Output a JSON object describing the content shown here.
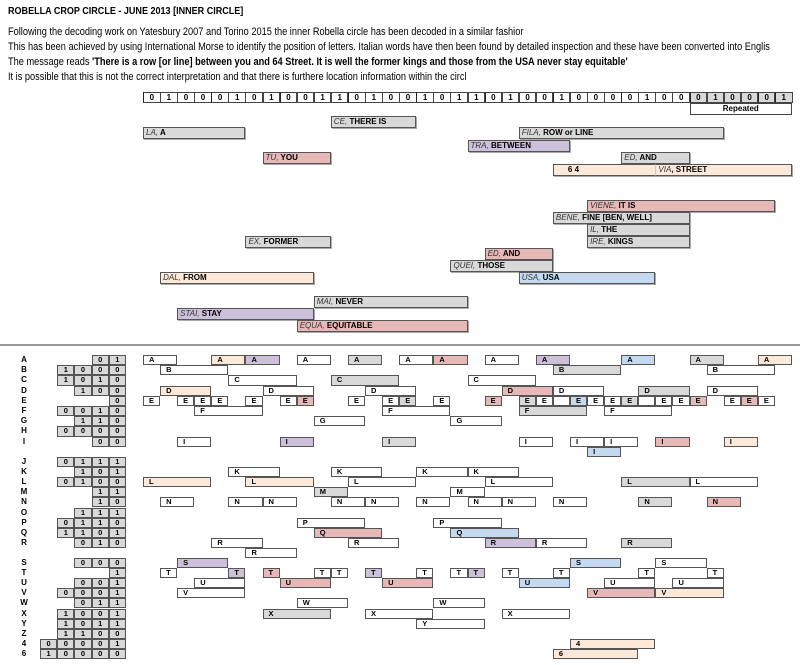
{
  "header": {
    "title": "ROBELLA CROP CIRCLE - JUNE 2013 [INNER CIRCLE]",
    "lines": [
      "Following the decoding work on Yatesbury 2007 and Torino 2015 the inner Robella circle has been decoded in a similar fashior",
      "This has been achieved by using International Morse to identify the position of letters. Italian words have then been found by detailed inspection and these have been converted into Englis",
      "It is possible that this is not the correct interpretation and that there is furthere location information within the circl"
    ],
    "message_prefix": "The message reads ",
    "message": "'There is a row [or line] between you and 64 Street.  It is well the former kings and those from the USA never stay equitable'"
  },
  "colors": {
    "white": "#ffffff",
    "gray": "#d9d9d9",
    "peach": "#fde9d9",
    "purple": "#ccc0da",
    "pink": "#e6b8b7",
    "blue": "#c5d9f1"
  },
  "binary": [
    "0",
    "1",
    "0",
    "0",
    "0",
    "1",
    "0",
    "1",
    "0",
    "0",
    "1",
    "1",
    "0",
    "1",
    "0",
    "0",
    "1",
    "0",
    "1",
    "1",
    "0",
    "1",
    "0",
    "0",
    "1",
    "0",
    "0",
    "0",
    "0",
    "1",
    "0",
    "0",
    "0",
    "1",
    "0",
    "0",
    "0",
    "1"
  ],
  "repeated": {
    "label": "Repeated",
    "from_bit": 32,
    "to_bit": 38
  },
  "words": [
    {
      "it": "CE,",
      "en": "THERE IS",
      "from": 11,
      "to": 16,
      "fill": "gray"
    },
    {
      "it": "LA,",
      "en": "A",
      "from": 0,
      "to": 6,
      "fill": "gray"
    },
    {
      "it": "FILA,",
      "en": "ROW or LINE",
      "from": 22,
      "to": 34,
      "fill": "gray"
    },
    {
      "it": "TRA,",
      "en": "BETWEEN",
      "from": 19,
      "to": 25,
      "fill": "purple"
    },
    {
      "it": "TU,",
      "en": "YOU",
      "from": 7,
      "to": 11,
      "fill": "pink"
    },
    {
      "it": "ED,",
      "en": "AND",
      "from": 28,
      "to": 32,
      "fill": "gray"
    },
    {
      "it": "",
      "en": "6 4",
      "from": 24,
      "to": 30,
      "fill": "peach"
    },
    {
      "it": "VIA",
      "en": ", STREET",
      "from": 30,
      "to": 38,
      "fill": "peach"
    },
    {
      "it": "VIENE,",
      "en": "IT IS",
      "from": 26,
      "to": 37,
      "fill": "pink"
    },
    {
      "it": "BENE,",
      "en": "FINE [BEN, WELL]",
      "from": 24,
      "to": 32,
      "fill": "gray"
    },
    {
      "it": "IL,",
      "en": "THE",
      "from": 26,
      "to": 32,
      "fill": "gray"
    },
    {
      "it": "IRE,",
      "en": "KINGS",
      "from": 26,
      "to": 32,
      "fill": "gray"
    },
    {
      "it": "EX,",
      "en": "FORMER",
      "from": 6,
      "to": 11,
      "fill": "gray"
    },
    {
      "it": "ED,",
      "en": "AND",
      "from": 20,
      "to": 24,
      "fill": "pink"
    },
    {
      "it": "QUEI,",
      "en": "THOSE",
      "from": 18,
      "to": 24,
      "fill": "gray"
    },
    {
      "it": "DAL,",
      "en": "FROM",
      "from": 1,
      "to": 10,
      "fill": "peach"
    },
    {
      "it": "USA,",
      "en": "USA",
      "from": 22,
      "to": 30,
      "fill": "blue"
    },
    {
      "it": "MAI,",
      "en": "NEVER",
      "from": 10,
      "to": 19,
      "fill": "gray"
    },
    {
      "it": "STAI,",
      "en": "STAY",
      "from": 2,
      "to": 10,
      "fill": "purple"
    },
    {
      "it": "EQUA,",
      "en": "EQUITABLE",
      "from": 9,
      "to": 19,
      "fill": "pink"
    }
  ],
  "blocks": [
    [
      {
        "letter": "A",
        "code": "01",
        "m": [
          [
            0,
            "white"
          ],
          [
            4,
            "peach"
          ],
          [
            6,
            "purple"
          ],
          [
            9,
            "white"
          ],
          [
            12,
            "gray"
          ],
          [
            15,
            "white"
          ],
          [
            17,
            "pink"
          ],
          [
            20,
            "white"
          ],
          [
            23,
            "purple"
          ],
          [
            28,
            "blue"
          ],
          [
            32,
            "gray"
          ],
          [
            36,
            "peach"
          ]
        ]
      },
      {
        "letter": "B",
        "code": "1000",
        "m": [
          [
            1,
            "white"
          ],
          [
            24,
            "gray"
          ],
          [
            33,
            "white"
          ]
        ]
      },
      {
        "letter": "C",
        "code": "1010",
        "m": [
          [
            5,
            "white"
          ],
          [
            11,
            "gray"
          ],
          [
            19,
            "white"
          ]
        ]
      },
      {
        "letter": "D",
        "code": "100",
        "m": [
          [
            1,
            "peach"
          ],
          [
            7,
            "white"
          ],
          [
            13,
            "white"
          ],
          [
            21,
            "pink"
          ],
          [
            24,
            "white"
          ],
          [
            29,
            "gray"
          ],
          [
            33,
            "white"
          ]
        ]
      },
      {
        "letter": "E",
        "code": "0",
        "m": [
          [
            0,
            "white"
          ],
          [
            2,
            "white"
          ],
          [
            3,
            "white"
          ],
          [
            4,
            "white"
          ],
          [
            6,
            "white"
          ],
          [
            8,
            "white"
          ],
          [
            9,
            "pink"
          ],
          [
            12,
            "white"
          ],
          [
            14,
            "white"
          ],
          [
            15,
            "gray"
          ],
          [
            17,
            "white"
          ],
          [
            20,
            "pink"
          ],
          [
            22,
            "gray"
          ],
          [
            23,
            "white"
          ],
          [
            24,
            "white",
            0
          ],
          [
            25,
            "blue"
          ],
          [
            26,
            "white"
          ],
          [
            27,
            "white"
          ],
          [
            28,
            "gray"
          ],
          [
            29,
            "white",
            0
          ],
          [
            30,
            "white"
          ],
          [
            31,
            "white"
          ],
          [
            32,
            "pink"
          ],
          [
            34,
            "white"
          ],
          [
            35,
            "pink"
          ],
          [
            36,
            "white"
          ]
        ]
      },
      {
        "letter": "F",
        "code": "0010",
        "m": [
          [
            3,
            "white"
          ],
          [
            14,
            "white"
          ],
          [
            22,
            "gray"
          ],
          [
            27,
            "white"
          ]
        ]
      },
      {
        "letter": "G",
        "code": "110",
        "m": [
          [
            10,
            "white"
          ],
          [
            18,
            "white"
          ]
        ]
      },
      {
        "letter": "H",
        "code": "0000",
        "m": []
      },
      {
        "letter": "I",
        "code": "00",
        "m": [
          [
            2,
            "white"
          ],
          [
            8,
            "purple"
          ],
          [
            14,
            "gray"
          ],
          [
            22,
            "white"
          ],
          [
            25,
            "white"
          ],
          [
            27,
            "white"
          ],
          [
            30,
            "pink"
          ],
          [
            34,
            "peach"
          ]
        ],
        "m2": [
          [
            26,
            "blue"
          ]
        ]
      }
    ],
    [
      {
        "letter": "J",
        "code": "0111",
        "m": []
      },
      {
        "letter": "K",
        "code": "101",
        "m": [
          [
            5,
            "white"
          ],
          [
            11,
            "white"
          ],
          [
            16,
            "white"
          ],
          [
            19,
            "white"
          ]
        ]
      },
      {
        "letter": "L",
        "code": "0100",
        "m": [
          [
            0,
            "peach"
          ],
          [
            6,
            "peach"
          ],
          [
            12,
            "white"
          ],
          [
            20,
            "white"
          ],
          [
            28,
            "gray"
          ],
          [
            32,
            "white"
          ]
        ]
      },
      {
        "letter": "M",
        "code": "11",
        "m": [
          [
            10,
            "gray"
          ],
          [
            18,
            "white"
          ]
        ]
      },
      {
        "letter": "N",
        "code": "10",
        "m": [
          [
            1,
            "white"
          ],
          [
            5,
            "white"
          ],
          [
            7,
            "white"
          ],
          [
            11,
            "white"
          ],
          [
            13,
            "white"
          ],
          [
            16,
            "white"
          ],
          [
            19,
            "white"
          ],
          [
            21,
            "white"
          ],
          [
            24,
            "white"
          ],
          [
            29,
            "gray"
          ],
          [
            33,
            "pink"
          ]
        ]
      },
      {
        "letter": "O",
        "code": "111",
        "m": []
      },
      {
        "letter": "P",
        "code": "0110",
        "m": [
          [
            9,
            "white"
          ],
          [
            17,
            "white"
          ]
        ]
      },
      {
        "letter": "Q",
        "code": "1101",
        "m": [
          [
            10,
            "pink"
          ],
          [
            18,
            "blue"
          ]
        ]
      },
      {
        "letter": "R",
        "code": "010",
        "m": [
          [
            4,
            "white"
          ],
          [
            12,
            "white"
          ],
          [
            20,
            "purple"
          ],
          [
            23,
            "white"
          ],
          [
            28,
            "gray"
          ]
        ],
        "m2": [
          [
            6,
            "white"
          ]
        ]
      }
    ],
    [
      {
        "letter": "S",
        "code": "000",
        "m": [
          [
            2,
            "purple"
          ],
          [
            25,
            "blue"
          ],
          [
            30,
            "white"
          ]
        ]
      },
      {
        "letter": "T",
        "code": "1",
        "m": [
          [
            1,
            "white"
          ],
          [
            5,
            "purple"
          ],
          [
            7,
            "pink"
          ],
          [
            10,
            "white"
          ],
          [
            11,
            "white"
          ],
          [
            13,
            "purple"
          ],
          [
            16,
            "white"
          ],
          [
            18,
            "white"
          ],
          [
            19,
            "purple"
          ],
          [
            21,
            "white"
          ],
          [
            24,
            "white"
          ],
          [
            29,
            "white"
          ],
          [
            33,
            "white"
          ]
        ]
      },
      {
        "letter": "U",
        "code": "001",
        "m": [
          [
            3,
            "white"
          ],
          [
            8,
            "pink"
          ],
          [
            14,
            "pink"
          ],
          [
            22,
            "blue"
          ],
          [
            27,
            "white"
          ],
          [
            31,
            "white"
          ]
        ]
      },
      {
        "letter": "V",
        "code": "0001",
        "m": [
          [
            2,
            "white"
          ],
          [
            26,
            "pink"
          ],
          [
            30,
            "peach"
          ]
        ]
      },
      {
        "letter": "W",
        "code": "011",
        "m": [
          [
            9,
            "white"
          ],
          [
            17,
            "white"
          ]
        ]
      },
      {
        "letter": "X",
        "code": "1001",
        "m": [
          [
            7,
            "gray"
          ],
          [
            13,
            "white"
          ],
          [
            21,
            "white"
          ]
        ]
      },
      {
        "letter": "Y",
        "code": "1011",
        "m": [
          [
            16,
            "white"
          ]
        ]
      },
      {
        "letter": "Z",
        "code": "1100",
        "m": []
      },
      {
        "letter": "4",
        "code": "00001",
        "m": [
          [
            25,
            "peach"
          ]
        ]
      },
      {
        "letter": "6",
        "code": "10000",
        "m": [
          [
            24,
            "peach"
          ]
        ]
      }
    ]
  ]
}
